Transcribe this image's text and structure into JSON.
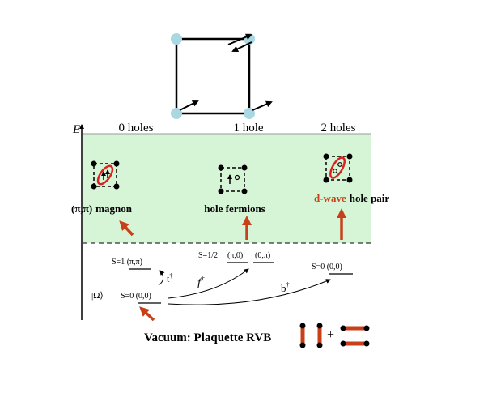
{
  "axis": {
    "energy_label": "E"
  },
  "columns": [
    {
      "label": "0 holes"
    },
    {
      "label": "1 hole"
    },
    {
      "label": "2 holes"
    }
  ],
  "excitations": {
    "magnon": {
      "prefix": "(π,π)",
      "name": "magnon"
    },
    "fermion": {
      "name": "hole fermions"
    },
    "pair": {
      "prefix": "d-wave",
      "name": "hole pair"
    }
  },
  "levels": {
    "vacuum_symbol": "|Ω⟩",
    "vacuum": "S=0  (0,0)",
    "triplet": "S=1  (π,π)",
    "fermion_spin": "S=1/2",
    "fermion_k1": "(π,0)",
    "fermion_k2": "(0,π)",
    "pair": "S=0  (0,0)"
  },
  "operators": {
    "t": "t",
    "f": "f",
    "b": "b",
    "dagger": "†"
  },
  "caption": "Vacuum: Plaquette RVB",
  "plus": "+",
  "colors": {
    "band": "#d6f5d6",
    "arrow_red": "#c8401a",
    "site_blue": "#a9d8e2",
    "loop_red": "#e02020",
    "pair_text": "#c8401a"
  }
}
